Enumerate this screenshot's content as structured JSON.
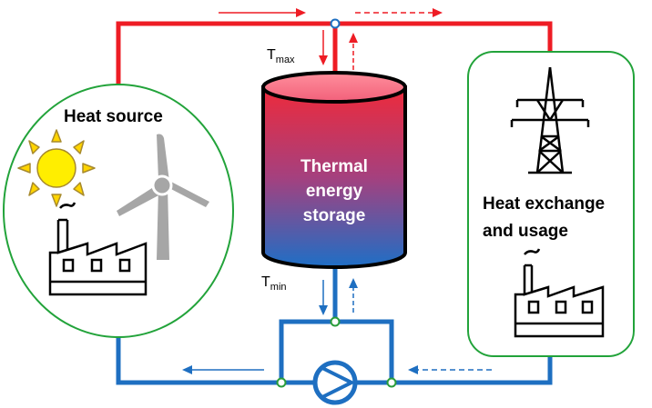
{
  "colors": {
    "hot_line": "#ee1c24",
    "cold_line": "#1e6fc1",
    "panel_border": "#22a33a",
    "tank_top": "#e82c3c",
    "tank_bottom": "#1e6fc6",
    "sun": "#ffee00",
    "turbine": "#a6a6a6"
  },
  "icons": [
    "sun-icon",
    "wind-turbine-icon",
    "factory-icon",
    "power-tower-icon",
    "pump-icon"
  ],
  "heat_source": {
    "title": "Heat source"
  },
  "storage": {
    "line1": "Thermal",
    "line2": "energy",
    "line3": "storage"
  },
  "t_max": {
    "base": "T",
    "sub": "max"
  },
  "t_min": {
    "base": "T",
    "sub": "min"
  },
  "usage": {
    "line1": "Heat exchange",
    "line2": "and usage"
  }
}
